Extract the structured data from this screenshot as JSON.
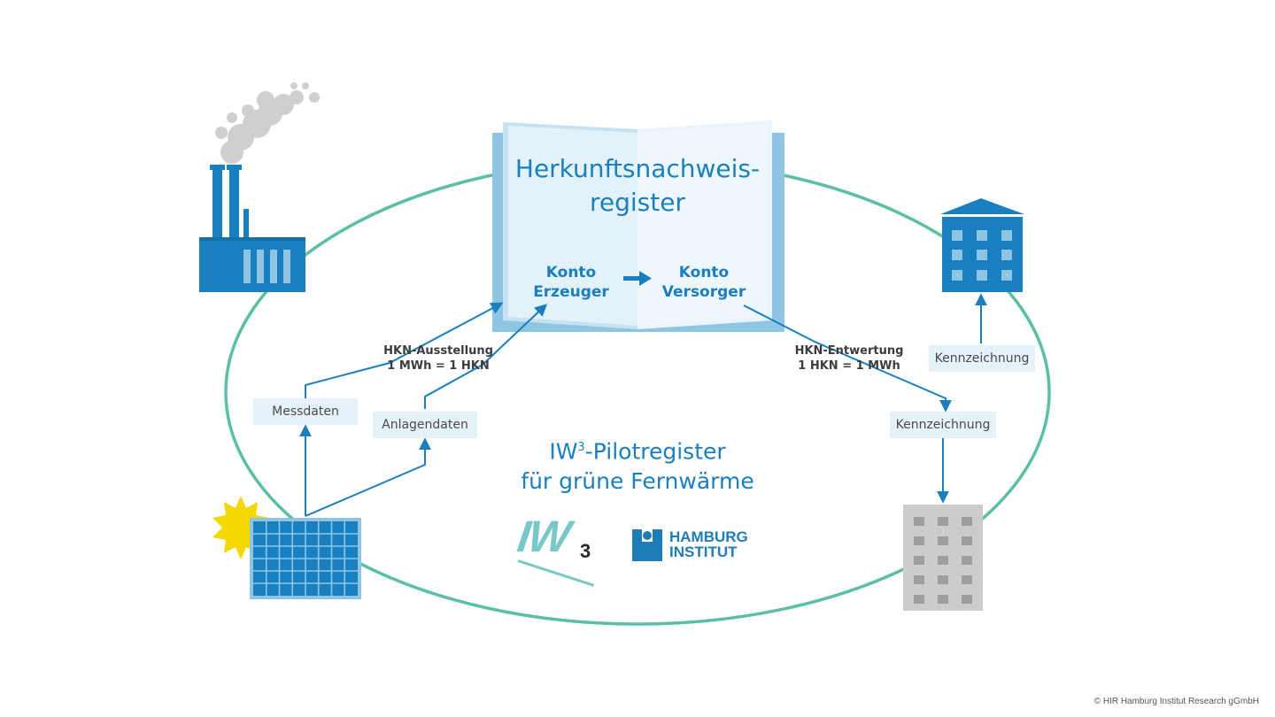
{
  "register": {
    "title_line1": "Herkunftsnachweis-",
    "title_line2": "register",
    "account_producer_line1": "Konto",
    "account_producer_line2": "Erzeuger",
    "account_supplier_line1": "Konto",
    "account_supplier_line2": "Versorger"
  },
  "flows": {
    "issuance_line1": "HKN-Ausstellung",
    "issuance_line2": "1 MWh = 1 HKN",
    "cancellation_line1": "HKN-Entwertung",
    "cancellation_line2": "1 HKN = 1 MWh"
  },
  "labels": {
    "metering": "Messdaten",
    "plant": "Anlagendaten",
    "labeling_left": "Kennzeichnung",
    "labeling_right": "Kennzeichnung"
  },
  "pilot": {
    "line1_a": "IW",
    "line1_sup": "3",
    "line1_b": "-Pilotregister",
    "line2": "für grüne Fernwärme"
  },
  "logos": {
    "iw3_mark": "IW",
    "iw3_sup": "3",
    "hamburg_line1": "HAMBURG",
    "hamburg_line2": "INSTITUT"
  },
  "colors": {
    "blue": "#1a7fbf",
    "dark_blue": "#1570a8",
    "teal": "#5bbfa6",
    "grey_building": "#c8c8c8",
    "sun": "#f5d800"
  },
  "copyright": "© HIR Hamburg Institut Research gGmbH"
}
